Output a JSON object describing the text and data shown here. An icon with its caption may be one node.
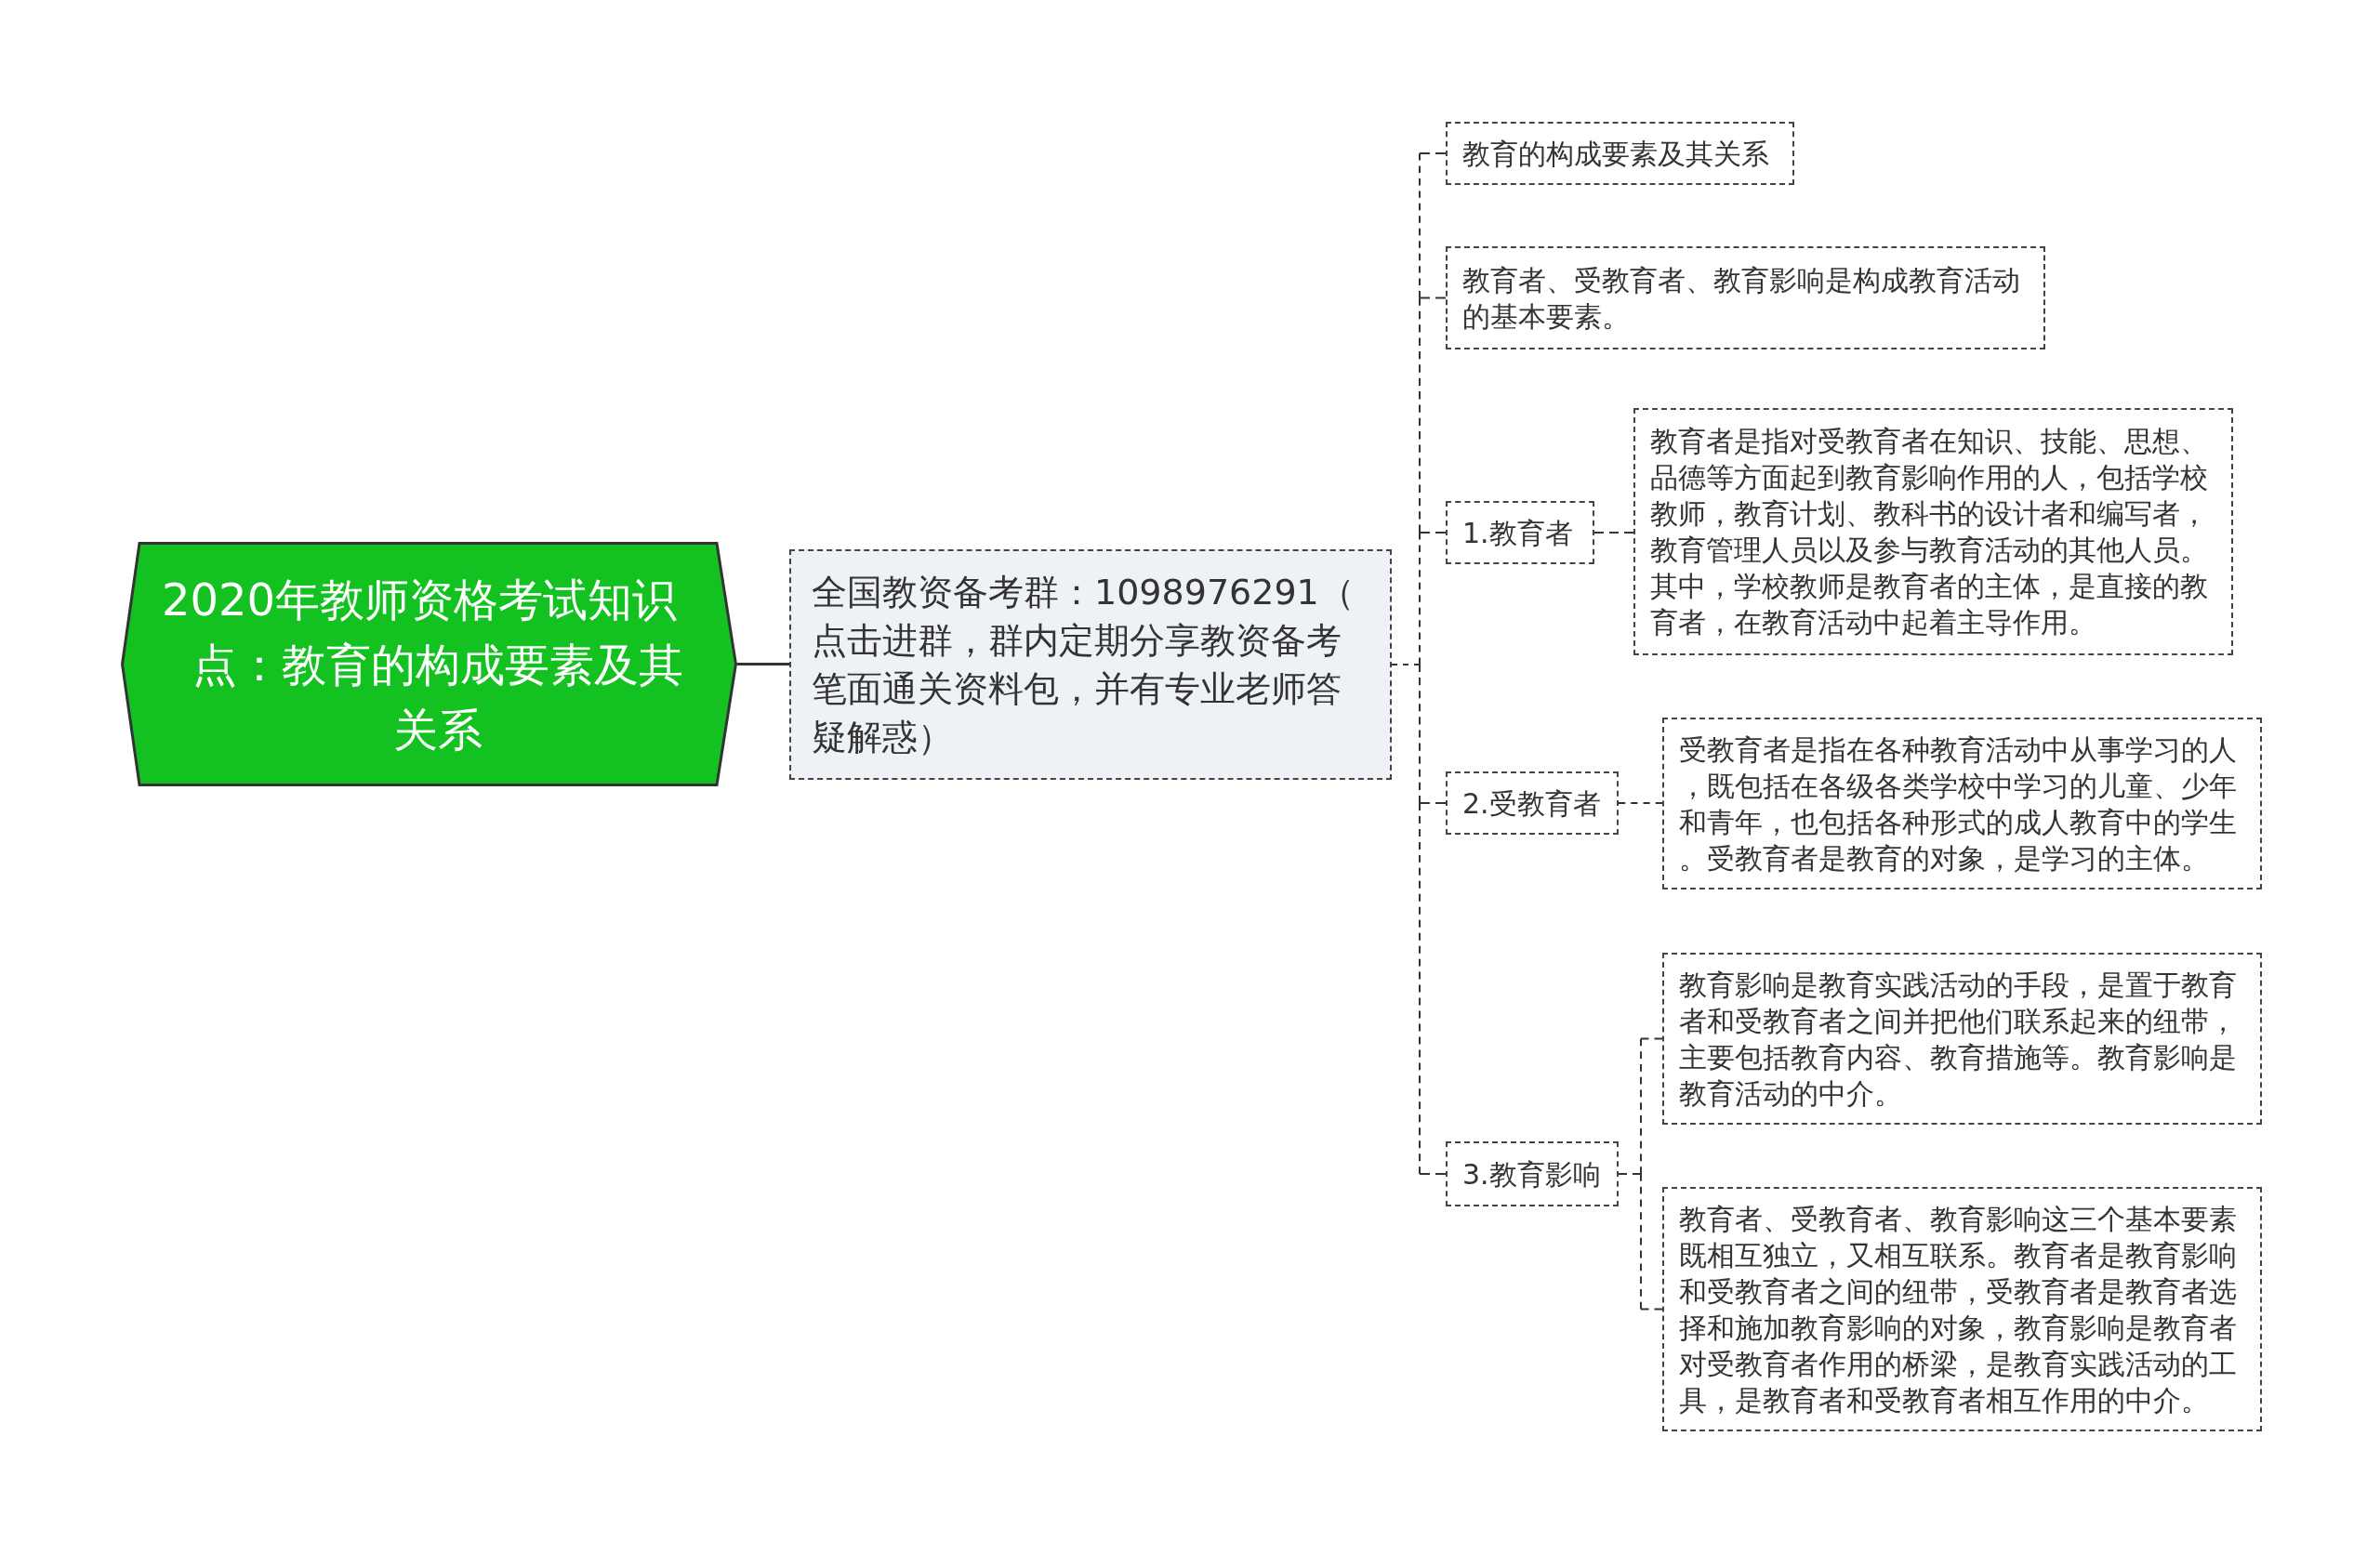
{
  "diagram": {
    "nodes": [
      {
        "text": [
          "2020年教师资格考试知识点：教育的构成要素及其关系"
        ]
      },
      {
        "text": [
          "全国教资备考群：1098976291（点击进群，群内定期分享教资备考笔面通关资料包，并有专业老师答疑解惑）"
        ]
      },
      {
        "text": [
          "教育的构成要素及其关系"
        ]
      },
      {
        "text": [
          "教育者、受教育者、教育影响是构成教育活动的基本要素。"
        ]
      },
      {
        "text": [
          "1.教育者"
        ]
      },
      {
        "text": [
          "2.受教育者"
        ]
      },
      {
        "text": [
          "3.教育影响"
        ]
      },
      {
        "text": [
          "教育者是指对受教育者在知识、技能、思想、品德等方面起到教育影响作用的人，包括学校教师，教育计划、教科书的设计者和编写者，教育管理人员以及参与教育活动的其他人员。其中，学校教师是教育者的主体，是直接的教育者，在教育活动中起着主导作用。"
        ]
      },
      {
        "text": [
          "受教育者是指在各种教育活动中从事学习的人，既包括在各级各类学校中学习的儿童、少年和青年，也包括各种形式的成人教育中的学生。受教育者是教育的对象，是学习的主体。"
        ]
      },
      {
        "text": [
          "教育影响是教育实践活动的手段，是置于教育者和受教育者之间并把他们联系起来的纽带，主要包括教育内容、教育措施等。教育影响是教育活动的中介。"
        ]
      },
      {
        "text": [
          "教育者、受教育者、教育影响这三个基本要素既相互独立，又相互联系。教育者是教育影响和受教育者之间的纽带，受教育者是教育者选择和施加教育影响的对象，教育影响是教育者对受教育者作用的桥梁，是教育实践活动的工具，是教育者和受教育者相互作用的中介。"
        ]
      }
    ],
    "edges": [
      {
        "from": 0,
        "to": 1,
        "arrow": "none"
      },
      {
        "from": 1,
        "to": 2,
        "arrow": "none",
        "style": "dashed"
      },
      {
        "from": 1,
        "to": 3,
        "arrow": "none",
        "style": "dashed"
      },
      {
        "from": 1,
        "to": 4,
        "arrow": "none",
        "style": "dashed"
      },
      {
        "from": 1,
        "to": 5,
        "arrow": "none",
        "style": "dashed"
      },
      {
        "from": 1,
        "to": 6,
        "arrow": "none",
        "style": "dashed"
      },
      {
        "from": 4,
        "to": 7,
        "arrow": "none",
        "style": "dashed"
      },
      {
        "from": 5,
        "to": 8,
        "arrow": "none",
        "style": "dashed"
      },
      {
        "from": 6,
        "to": 9,
        "arrow": "none",
        "style": "dashed"
      },
      {
        "from": 6,
        "to": 10,
        "arrow": "none",
        "style": "dashed"
      }
    ]
  }
}
